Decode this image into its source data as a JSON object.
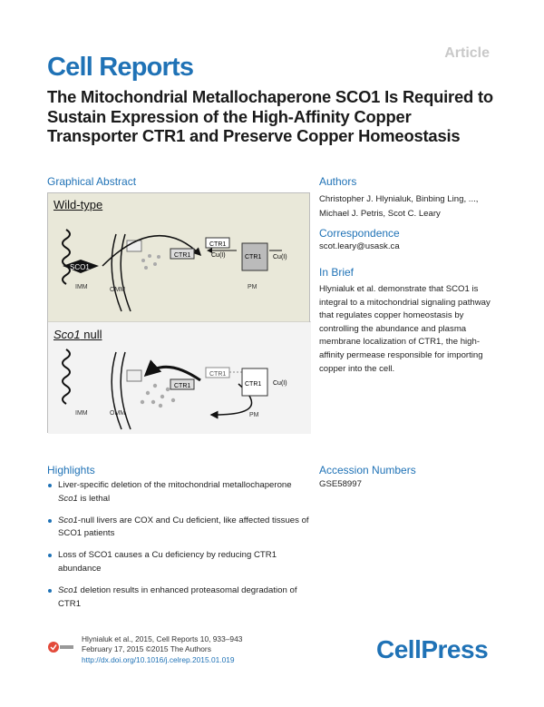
{
  "header": {
    "article_tag": "Article",
    "journal": "Cell Reports",
    "title": "The Mitochondrial Metallochaperone SCO1 Is Required to Sustain Expression of the High-Affinity Copper Transporter CTR1 and Preserve Copper Homeostasis"
  },
  "graphical_abstract": {
    "label": "Graphical Abstract",
    "wildtype_label": "Wild-type",
    "null_label_italic": "Sco1",
    "null_label_rest": " null",
    "labels": {
      "sco1": "SCO1",
      "imm": "IMM",
      "omm": "OMM",
      "pm": "PM",
      "ctr1": "CTR1",
      "cu": "Cu(I)"
    }
  },
  "authors": {
    "label": "Authors",
    "text": "Christopher J. Hlynialuk, Binbing Ling, ..., Michael J. Petris, Scot C. Leary"
  },
  "correspondence": {
    "label": "Correspondence",
    "email": "scot.leary@usask.ca"
  },
  "in_brief": {
    "label": "In Brief",
    "text": "Hlynialuk et al. demonstrate that SCO1 is integral to a mitochondrial signaling pathway that regulates copper homeostasis by controlling the abundance and plasma membrane localization of CTR1, the high-affinity permease responsible for importing copper into the cell."
  },
  "highlights": {
    "label": "Highlights",
    "items": [
      {
        "a": "Liver-specific deletion of the mitochondrial metallochaperone ",
        "i": "Sco1",
        "b": " is lethal"
      },
      {
        "a": "",
        "i": "Sco1",
        "b": "-null livers are COX and Cu deficient, like affected tissues of SCO1 patients"
      },
      {
        "a": "Loss of SCO1 causes a Cu deficiency by reducing CTR1 abundance",
        "i": "",
        "b": ""
      },
      {
        "a": "",
        "i": "Sco1",
        "b": " deletion results in enhanced proteasomal degradation of CTR1"
      }
    ]
  },
  "accession": {
    "label": "Accession Numbers",
    "value": "GSE58997"
  },
  "citation": {
    "line1": "Hlynialuk et al., 2015, Cell Reports 10, 933–943",
    "line2": "February 17, 2015 ©2015 The Authors",
    "doi": "http://dx.doi.org/10.1016/j.celrep.2015.01.019"
  },
  "footer": {
    "publisher": "CellPress"
  },
  "colors": {
    "brand_blue": "#1f72b6",
    "abstract_bg": "#e9e8d9"
  }
}
